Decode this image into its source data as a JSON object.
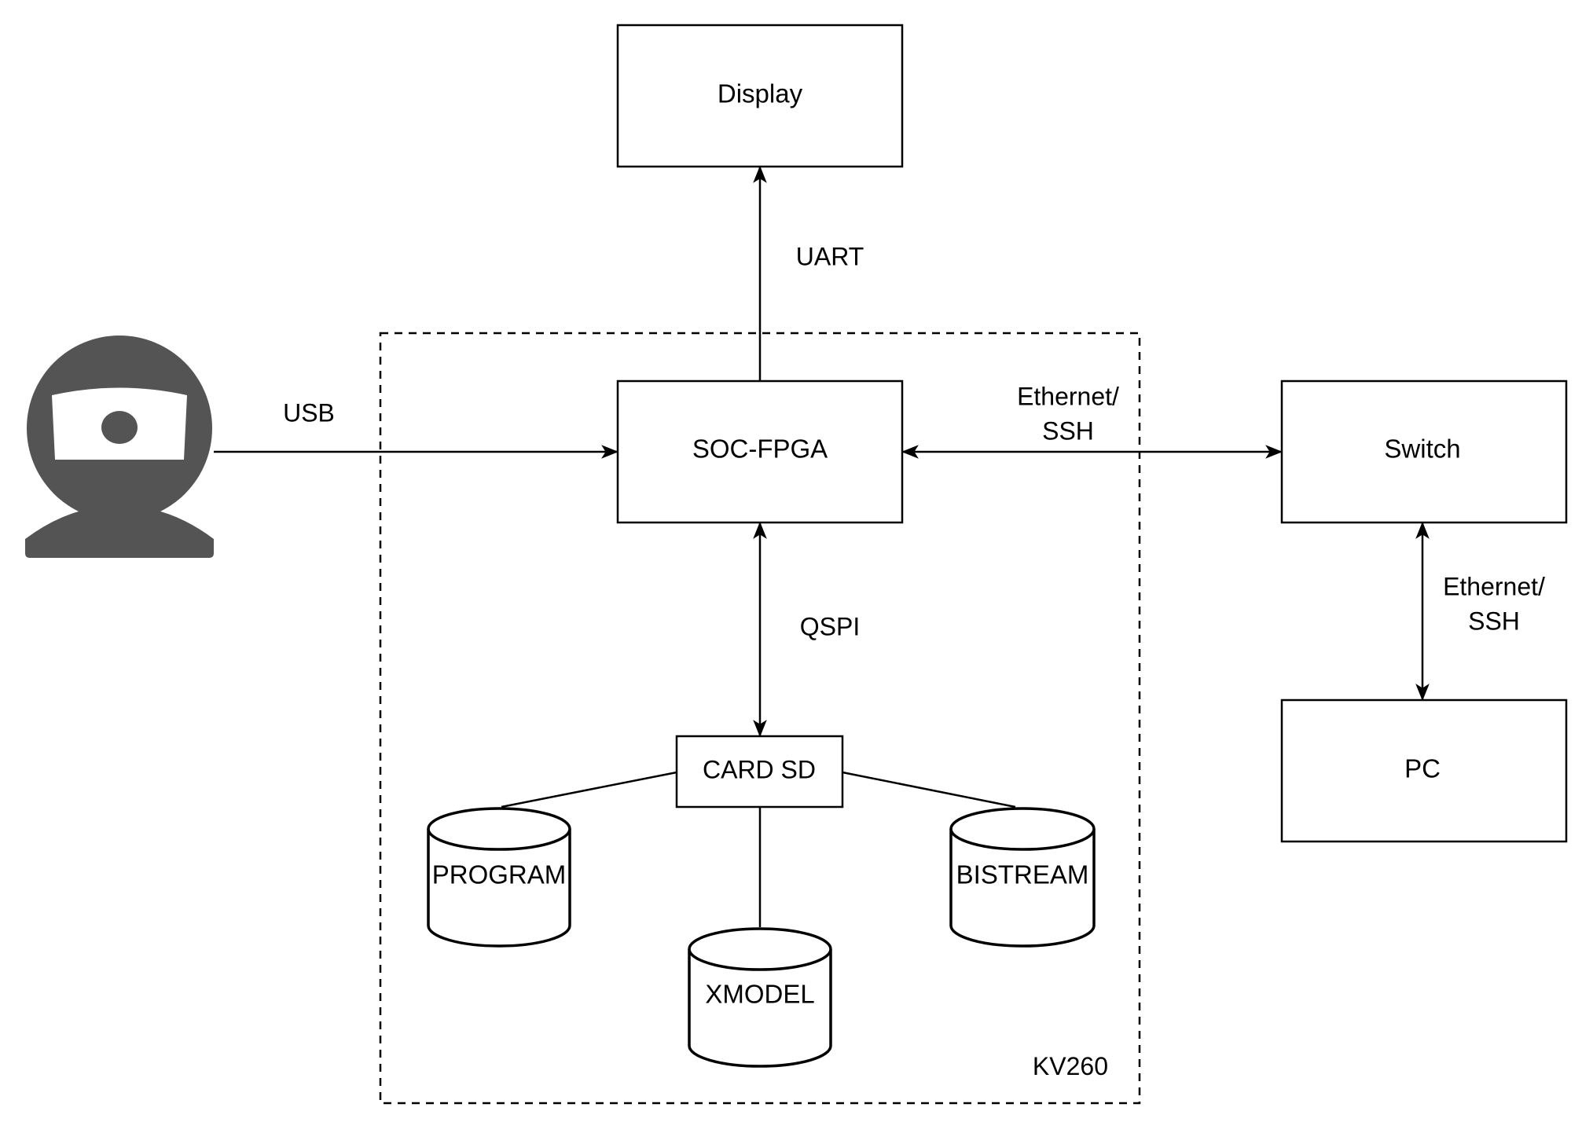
{
  "colors": {
    "stroke": "#000000",
    "background": "#ffffff",
    "webcam_icon": "#545454"
  },
  "nodes": {
    "display": "Display",
    "soc_fpga": "SOC-FPGA",
    "switch": "Switch",
    "pc": "PC",
    "card_sd": "CARD SD",
    "program": "PROGRAM",
    "bistream": "BISTREAM",
    "xmodel": "XMODEL"
  },
  "container": {
    "label": "KV260"
  },
  "edges": {
    "usb": "USB",
    "uart": "UART",
    "qspi": "QSPI",
    "ethernet_soc_switch": [
      "Ethernet/",
      "SSH"
    ],
    "ethernet_switch_pc": [
      "Ethernet/",
      "SSH"
    ]
  },
  "icons": {
    "camera": "webcam-icon"
  }
}
